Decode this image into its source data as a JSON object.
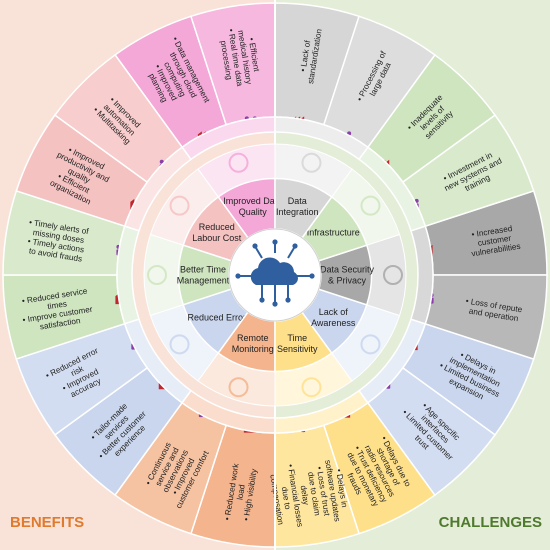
{
  "corners": {
    "benefits": "BENEFITS",
    "challenges": "CHALLENGES"
  },
  "colors": {
    "benefits_bg": "#f9e3d8",
    "challenges_bg": "#e4edd8",
    "orange": "#f3b48e",
    "pink": "#f4a8d8",
    "red": "#f5c2c2",
    "green": "#cfe5c0",
    "blue": "#c9d6ee",
    "gray": "#d6d6d6",
    "darkgray": "#a8a8a8",
    "yellow": "#ffe08a",
    "factory": "#c0262d",
    "people": "#8a3ea8",
    "center": "#2f5f9e"
  },
  "segments": [
    {
      "color": "pink",
      "inner": "Improved Data Quality",
      "outer": [
        [
          "Data management through cloud computing",
          "Improved planning"
        ],
        [
          "Efficient medical history",
          "Real time data processing"
        ]
      ]
    },
    {
      "color": "red",
      "inner": "Reduced Labour Cost",
      "outer": [
        [
          "Improved productivity and quality",
          "Efficient organization"
        ],
        [
          "Improved automation",
          "Multitasking"
        ]
      ]
    },
    {
      "color": "green",
      "inner": "Better Time Management",
      "outer": [
        [
          "Reduced service times",
          "Improve customer satisfaction"
        ],
        [
          "Timely alerts of missing doses",
          "Timely actions to avoid frauds"
        ]
      ]
    },
    {
      "color": "blue",
      "inner": "Reduced Error",
      "outer": [
        [
          "Tailor-made services",
          "Better customer experience"
        ],
        [
          "Reduced error risk",
          "Improved accuracy"
        ]
      ]
    },
    {
      "color": "orange",
      "inner": "Remote Monitoring",
      "outer": [
        [
          "Reduced work load",
          "High visibility"
        ],
        [
          "Continuous service and observations",
          "Improved customer comfort"
        ]
      ]
    },
    {
      "color": "yellow",
      "inner": "Time Sensitivity",
      "outer": [
        [
          "Delays due to shortage of radio resources",
          "Trust deficiency due to monetary frauds"
        ],
        [
          "Delays in software updates",
          "Loss of trust due to claim delay",
          "Financial losses due to compensation"
        ]
      ]
    },
    {
      "color": "blue",
      "inner": "Lack of Awareness",
      "outer": [
        [
          "Delays in implementation",
          "Limited business expansion"
        ],
        [
          "Age specific interfaces",
          "Limited customer trust"
        ]
      ]
    },
    {
      "color": "darkgray",
      "inner": "Data Security & Privacy",
      "outer": [
        [
          "Increased customer vulnerabilities"
        ],
        [
          "Loss of repute and operation"
        ]
      ]
    },
    {
      "color": "green",
      "inner": "Infrastructure",
      "outer": [
        [
          "Inadequate levels of sensitivity"
        ],
        [
          "Investment in new systems and training"
        ]
      ]
    },
    {
      "color": "gray",
      "inner": "Data Integration",
      "outer": [
        [
          "Lack of standardization"
        ],
        [
          "Processing of large data"
        ]
      ]
    }
  ]
}
